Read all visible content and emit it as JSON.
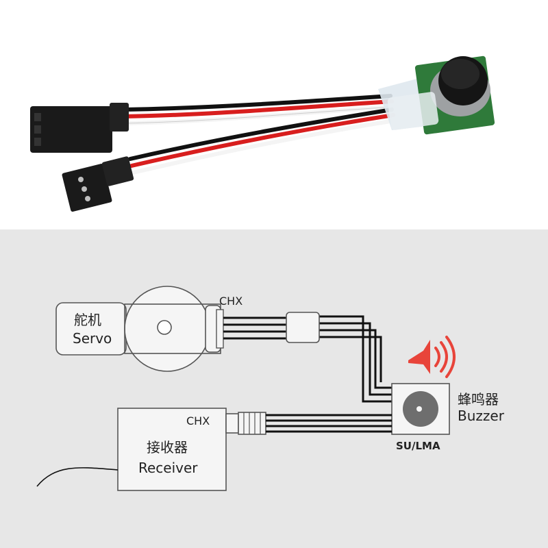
{
  "diagram": {
    "servo": {
      "label_cn": "舵机",
      "label_en": "Servo",
      "channel": "CHX"
    },
    "receiver": {
      "label_cn": "接收器",
      "label_en": "Receiver",
      "channel": "CHX"
    },
    "buzzer": {
      "label_cn": "蜂鸣器",
      "label_en": "Buzzer",
      "model": "SU/LMA"
    },
    "colors": {
      "accent_red": "#e8443a",
      "background": "#e7e7e7"
    },
    "icons": [
      "speaker-icon",
      "buzzer-disc-icon",
      "antenna-wire"
    ]
  }
}
